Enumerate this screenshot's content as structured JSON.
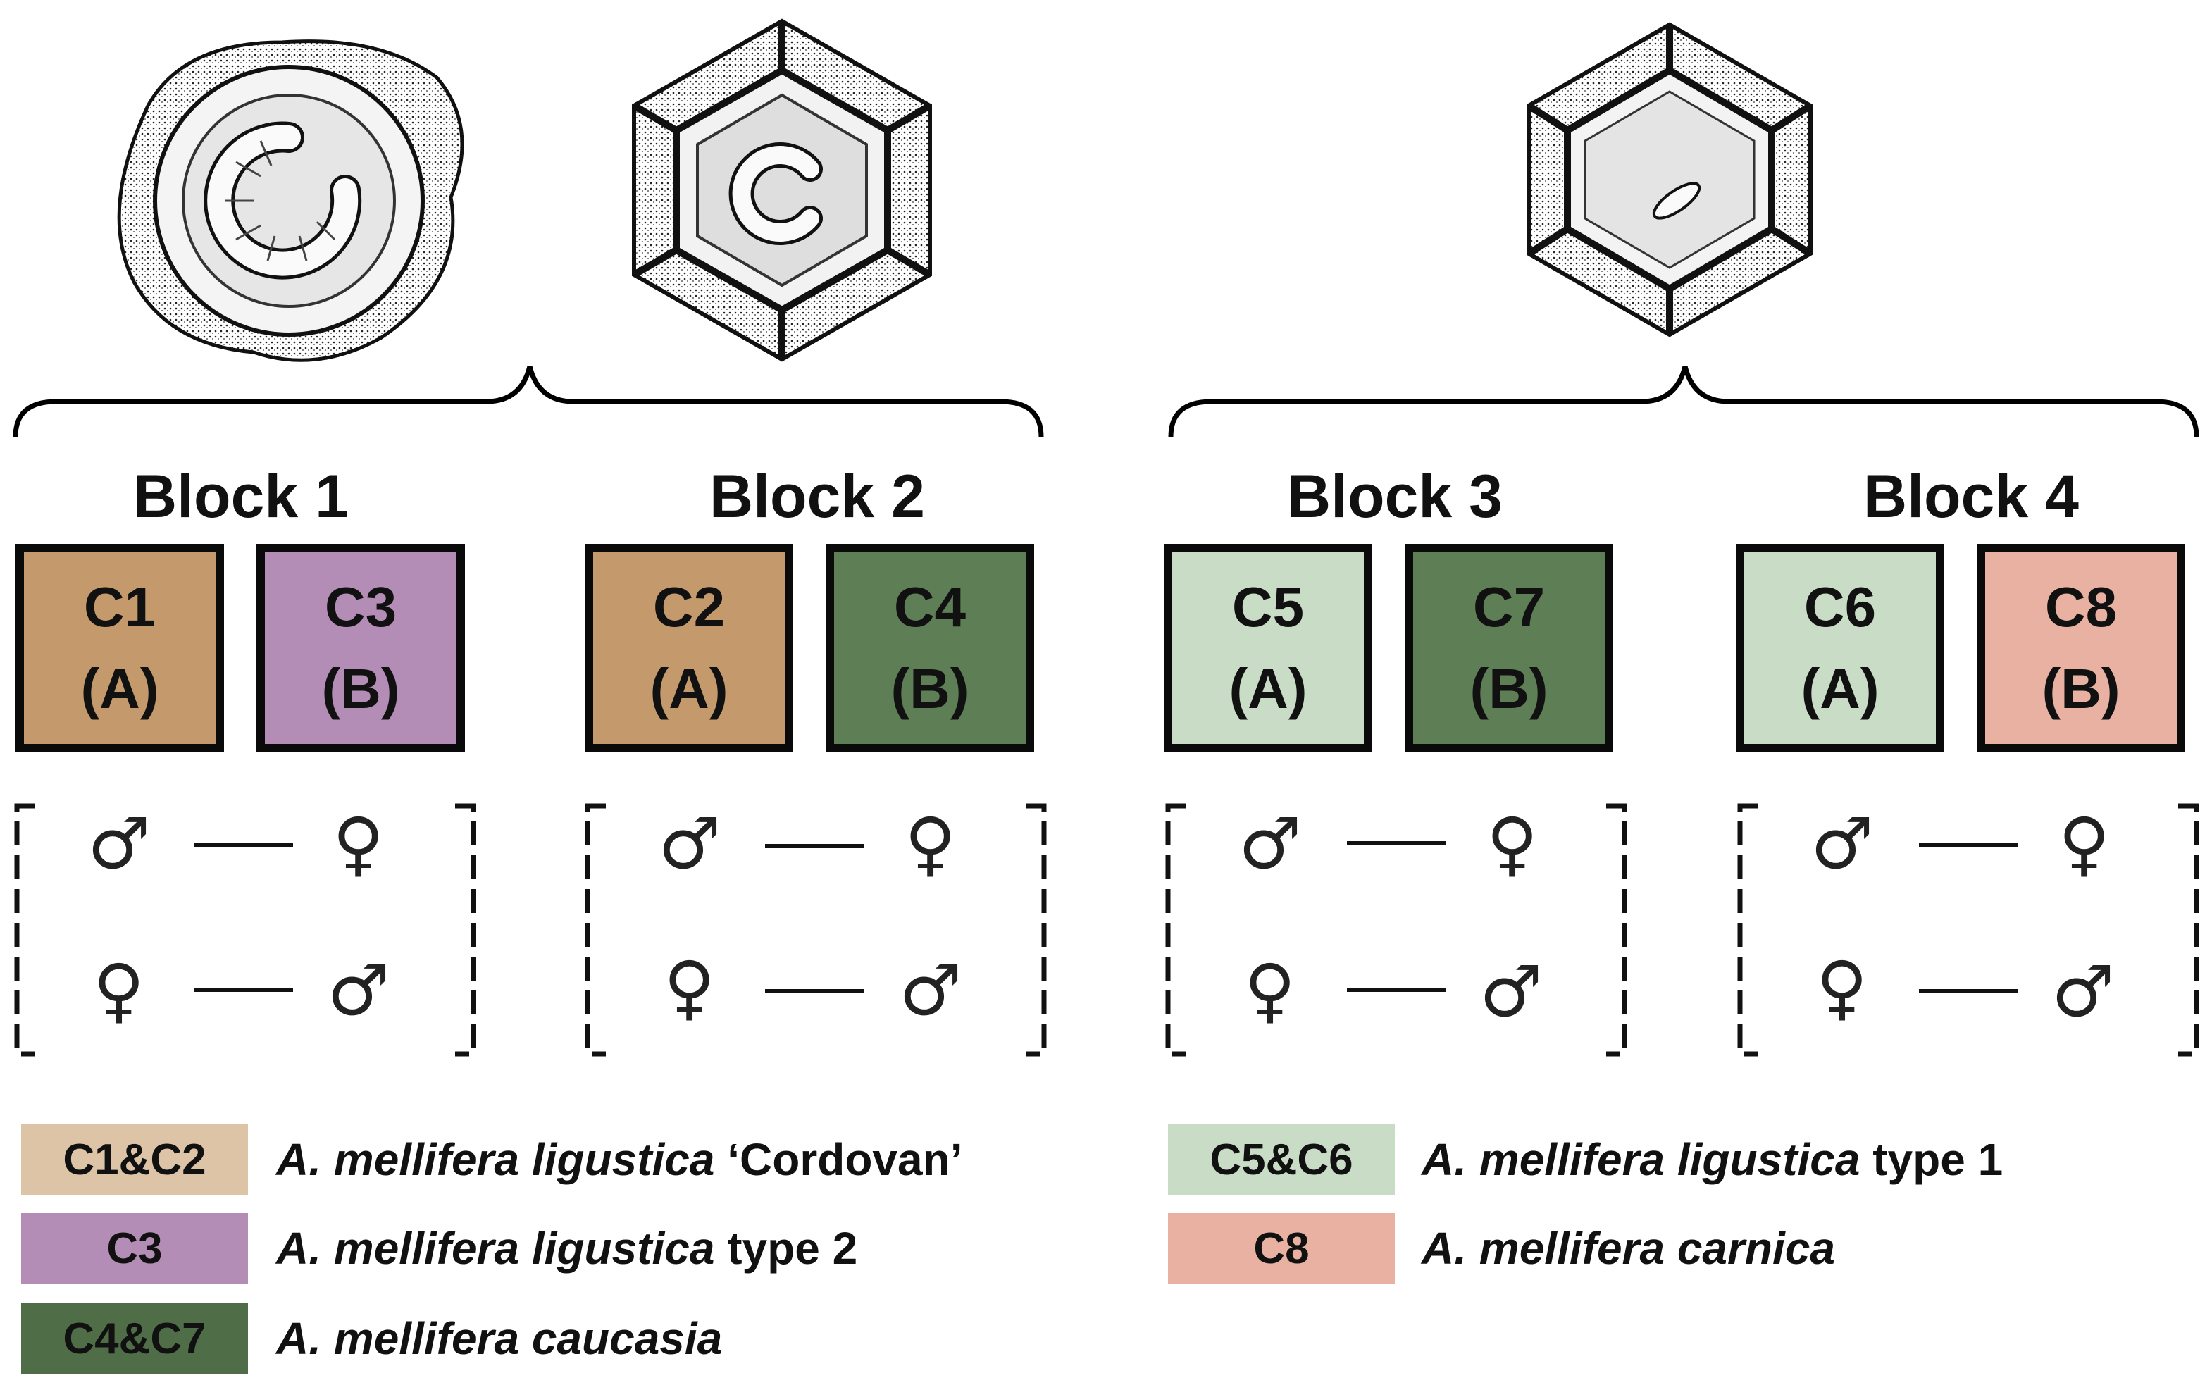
{
  "colors": {
    "cordovan": "#c49a6c",
    "type2": "#b48db7",
    "caucasia": "#5e7e56",
    "type1": "#c8dcc6",
    "carnica": "#e8b1a1",
    "outline": "#0a0a0a"
  },
  "illustrations": [
    {
      "name": "capped-cell-larva-illustration"
    },
    {
      "name": "open-cell-larva-illustration"
    },
    {
      "name": "egg-cell-illustration"
    }
  ],
  "blocks": [
    {
      "title": "Block 1",
      "colonies": [
        {
          "id": "C1",
          "type": "(A)",
          "color": "#c49a6c"
        },
        {
          "id": "C3",
          "type": "(B)",
          "color": "#b48db7"
        }
      ]
    },
    {
      "title": "Block 2",
      "colonies": [
        {
          "id": "C2",
          "type": "(A)",
          "color": "#c49a6c"
        },
        {
          "id": "C4",
          "type": "(B)",
          "color": "#5e7e56"
        }
      ]
    },
    {
      "title": "Block 3",
      "colonies": [
        {
          "id": "C5",
          "type": "(A)",
          "color": "#c8dcc6"
        },
        {
          "id": "C7",
          "type": "(B)",
          "color": "#5e7e56"
        }
      ]
    },
    {
      "title": "Block 4",
      "colonies": [
        {
          "id": "C6",
          "type": "(A)",
          "color": "#c8dcc6"
        },
        {
          "id": "C8",
          "type": "(B)",
          "color": "#e8b1a1"
        }
      ]
    }
  ],
  "symbols": {
    "male": "♂",
    "female": "♀"
  },
  "legend": [
    {
      "swatch": "C1&C2",
      "color": "#ddc4a7",
      "italic": "A. mellifera ligustica",
      "plain": " ‘Cordovan’"
    },
    {
      "swatch": "C3",
      "color": "#b48db7",
      "italic": "A. mellifera ligustica",
      "plain": " type 2"
    },
    {
      "swatch": "C4&C7",
      "color": "#4f6e48",
      "italic": "A. mellifera caucasia",
      "plain": ""
    },
    {
      "swatch": "C5&C6",
      "color": "#c8dcc6",
      "italic": "A. mellifera ligustica",
      "plain": " type 1"
    },
    {
      "swatch": "C8",
      "color": "#e8b1a1",
      "italic": "A. mellifera carnica",
      "plain": ""
    }
  ]
}
